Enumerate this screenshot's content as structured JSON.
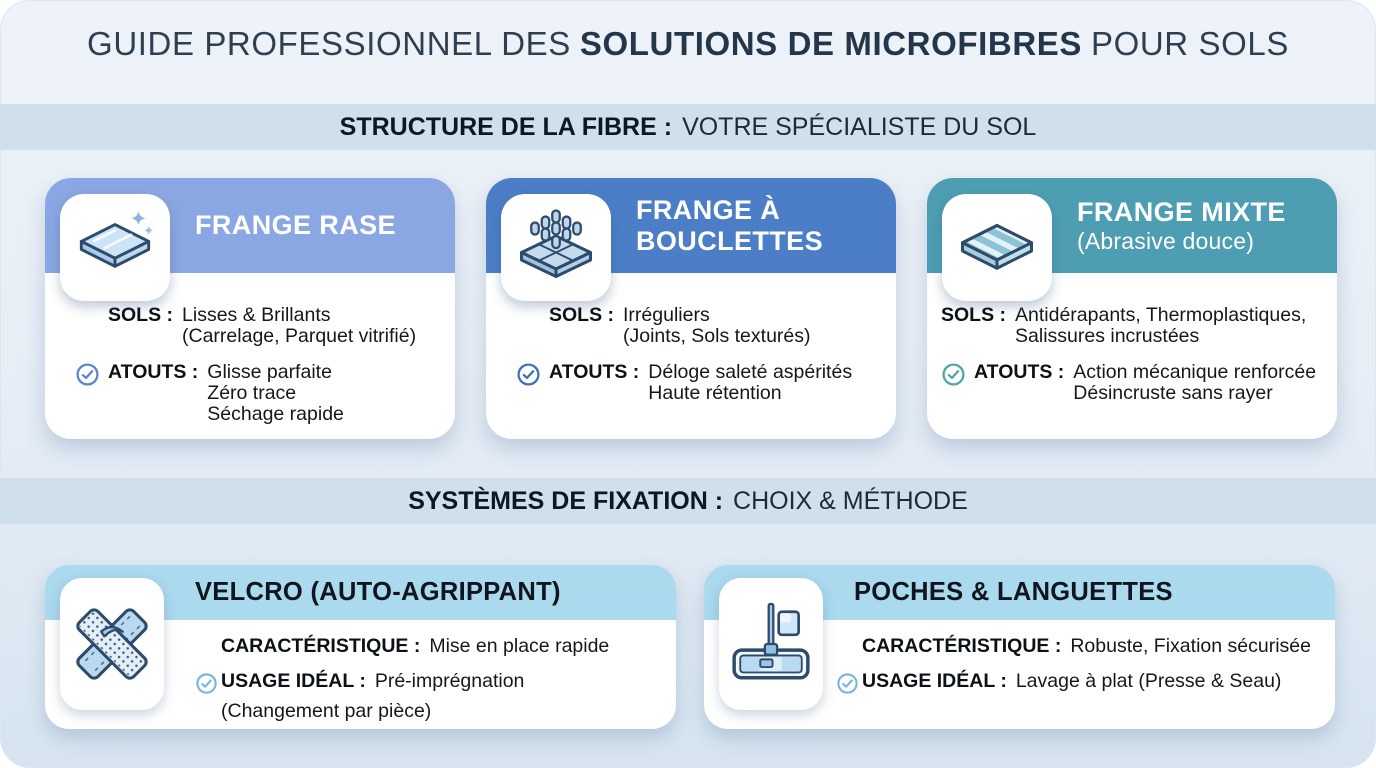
{
  "page": {
    "title": {
      "prefix": "GUIDE PROFESSIONNEL DES",
      "highlight": "SOLUTIONS DE MICROFIBRES",
      "suffix": "POUR SOLS"
    }
  },
  "sections": {
    "fiber": {
      "bold": "STRUCTURE DE LA FIBRE :",
      "rest": "VOTRE SPÉCIALISTE DU SOL"
    },
    "fixation": {
      "bold": "SYSTÈMES DE FIXATION :",
      "rest": "CHOIX & MÉTHODE"
    }
  },
  "fiber_cards": [
    {
      "name": "frange-rase",
      "icon": "flat-tile-icon",
      "header_color": "#8ba7e3",
      "check_color": "#5d87ca",
      "title_lines": [
        "FRANGE RASE"
      ],
      "sols_label": "SOLS :",
      "sols_lines": [
        "Lisses & Brillants",
        "(Carrelage, Parquet vitrifié)"
      ],
      "atouts_label": "ATOUTS :",
      "atouts_lines": [
        "Glisse parfaite",
        "Zéro trace",
        "Séchage rapide"
      ]
    },
    {
      "name": "frange-a-bouclettes",
      "icon": "loop-tile-icon",
      "header_color": "#4b7ec6",
      "check_color": "#3f72ba",
      "title_lines": [
        "FRANGE À",
        "BOUCLETTES"
      ],
      "sols_label": "SOLS :",
      "sols_lines": [
        "Irréguliers",
        "(Joints, Sols texturés)"
      ],
      "atouts_label": "ATOUTS :",
      "atouts_lines": [
        "Déloge saleté aspérités",
        "Haute rétention"
      ]
    },
    {
      "name": "frange-mixte",
      "icon": "striped-tile-icon",
      "header_color": "#4d9eb3",
      "check_color": "#54a4b0",
      "title_lines": [
        "FRANGE MIXTE"
      ],
      "subtitle": "(Abrasive douce)",
      "sols_label": "SOLS :",
      "sols_lines": [
        "Antidérapants, Thermoplastiques,",
        "Salissures incrustées"
      ],
      "atouts_label": "ATOUTS :",
      "atouts_lines": [
        "Action mécanique renforcée",
        "Désincruste sans rayer"
      ]
    }
  ],
  "fixation_cards": [
    {
      "name": "velcro-auto-agrippant",
      "icon": "velcro-strips-icon",
      "header_color": "#abd9ee",
      "check_color": "#79b5da",
      "title": "VELCRO (AUTO-AGRIPPANT)",
      "carac_label": "CARACTÉRISTIQUE :",
      "carac_value": "Mise en place rapide",
      "usage_label": "USAGE IDÉAL :",
      "usage_value": "Pré-imprégnation",
      "usage_extra": "(Changement par pièce)"
    },
    {
      "name": "poches-languettes",
      "icon": "flat-mop-icon",
      "header_color": "#abd9ee",
      "check_color": "#79b5da",
      "title": "POCHES & LANGUETTES",
      "carac_label": "CARACTÉRISTIQUE :",
      "carac_value": "Robuste, Fixation sécurisée",
      "usage_label": "USAGE IDÉAL :",
      "usage_value": "Lavage à plat (Presse & Seau)"
    }
  ],
  "colors": {
    "page_background": "#e8eff7",
    "section_band": "#cfdfeb",
    "title_text": "#2d3f51",
    "card_outline": "#2e4b6b"
  }
}
